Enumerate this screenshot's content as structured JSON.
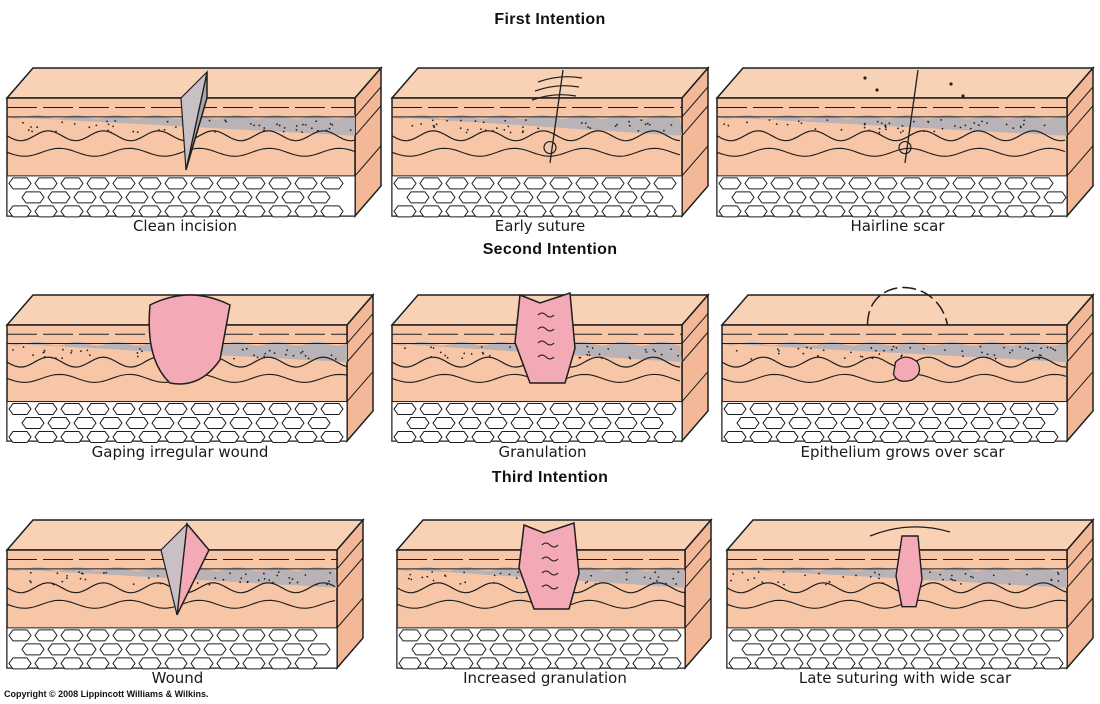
{
  "headings": {
    "first": "First Intention",
    "second": "Second Intention",
    "third": "Third Intention"
  },
  "captions": {
    "clean_incision": "Clean incision",
    "early_suture": "Early suture",
    "hairline_scar": "Hairline scar",
    "gaping_wound": "Gaping irregular wound",
    "granulation": "Granulation",
    "epithelium": "Epithelium grows over scar",
    "wound": "Wound",
    "increased_granulation": "Increased granulation",
    "late_suturing": "Late suturing with wide scar"
  },
  "copyright": "Copyright © 2008 Lippincott Williams & Wilkins.",
  "colors": {
    "skin": "#f7c6a6",
    "skin_top": "#f9d2b6",
    "dermis_band": "#b9b2b6",
    "granulation": "#f3a9b6",
    "fat": "#ffffff",
    "outline": "#1e1e1e"
  }
}
